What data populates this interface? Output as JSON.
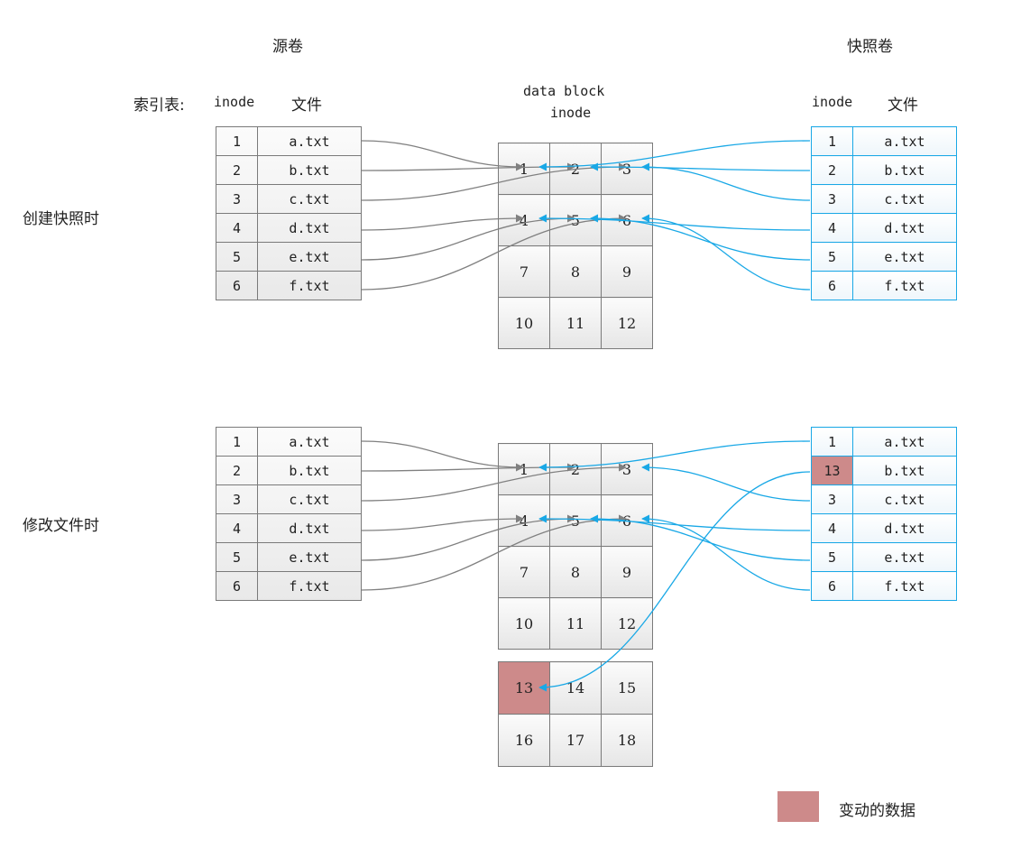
{
  "headers": {
    "source_volume": "源卷",
    "snapshot_volume": "快照卷",
    "index_table": "索引表:",
    "inode": "inode",
    "file": "文件",
    "data_block": "data block",
    "data_inode": "inode"
  },
  "row_labels": {
    "on_snapshot": "创建快照时",
    "on_modify": "修改文件时"
  },
  "top": {
    "source_rows": [
      {
        "inode": "1",
        "file": "a.txt"
      },
      {
        "inode": "2",
        "file": "b.txt"
      },
      {
        "inode": "3",
        "file": "c.txt"
      },
      {
        "inode": "4",
        "file": "d.txt"
      },
      {
        "inode": "5",
        "file": "e.txt"
      },
      {
        "inode": "6",
        "file": "f.txt"
      }
    ],
    "snapshot_rows": [
      {
        "inode": "1",
        "file": "a.txt"
      },
      {
        "inode": "2",
        "file": "b.txt"
      },
      {
        "inode": "3",
        "file": "c.txt"
      },
      {
        "inode": "4",
        "file": "d.txt"
      },
      {
        "inode": "5",
        "file": "e.txt"
      },
      {
        "inode": "6",
        "file": "f.txt"
      }
    ],
    "blocks": [
      [
        "1",
        "2",
        "3"
      ],
      [
        "4",
        "5",
        "6"
      ],
      [
        "7",
        "8",
        "9"
      ],
      [
        "10",
        "11",
        "12"
      ]
    ]
  },
  "bottom": {
    "source_rows": [
      {
        "inode": "1",
        "file": "a.txt"
      },
      {
        "inode": "2",
        "file": "b.txt"
      },
      {
        "inode": "3",
        "file": "c.txt"
      },
      {
        "inode": "4",
        "file": "d.txt"
      },
      {
        "inode": "5",
        "file": "e.txt"
      },
      {
        "inode": "6",
        "file": "f.txt"
      }
    ],
    "snapshot_rows": [
      {
        "inode": "1",
        "file": "a.txt"
      },
      {
        "inode": "13",
        "file": "b.txt",
        "changed": true
      },
      {
        "inode": "3",
        "file": "c.txt"
      },
      {
        "inode": "4",
        "file": "d.txt"
      },
      {
        "inode": "5",
        "file": "e.txt"
      },
      {
        "inode": "6",
        "file": "f.txt"
      }
    ],
    "blocks": [
      [
        "1",
        "2",
        "3"
      ],
      [
        "4",
        "5",
        "6"
      ],
      [
        "7",
        "8",
        "9"
      ],
      [
        "10",
        "11",
        "12"
      ]
    ],
    "extra_blocks": [
      [
        "13",
        "14",
        "15"
      ],
      [
        "16",
        "17",
        "18"
      ]
    ],
    "changed_block": "13"
  },
  "legend": {
    "label": "变动的数据",
    "color": "#cd8a8a"
  },
  "colors": {
    "source_arrow": "#808080",
    "snapshot_arrow": "#19a8e6"
  }
}
